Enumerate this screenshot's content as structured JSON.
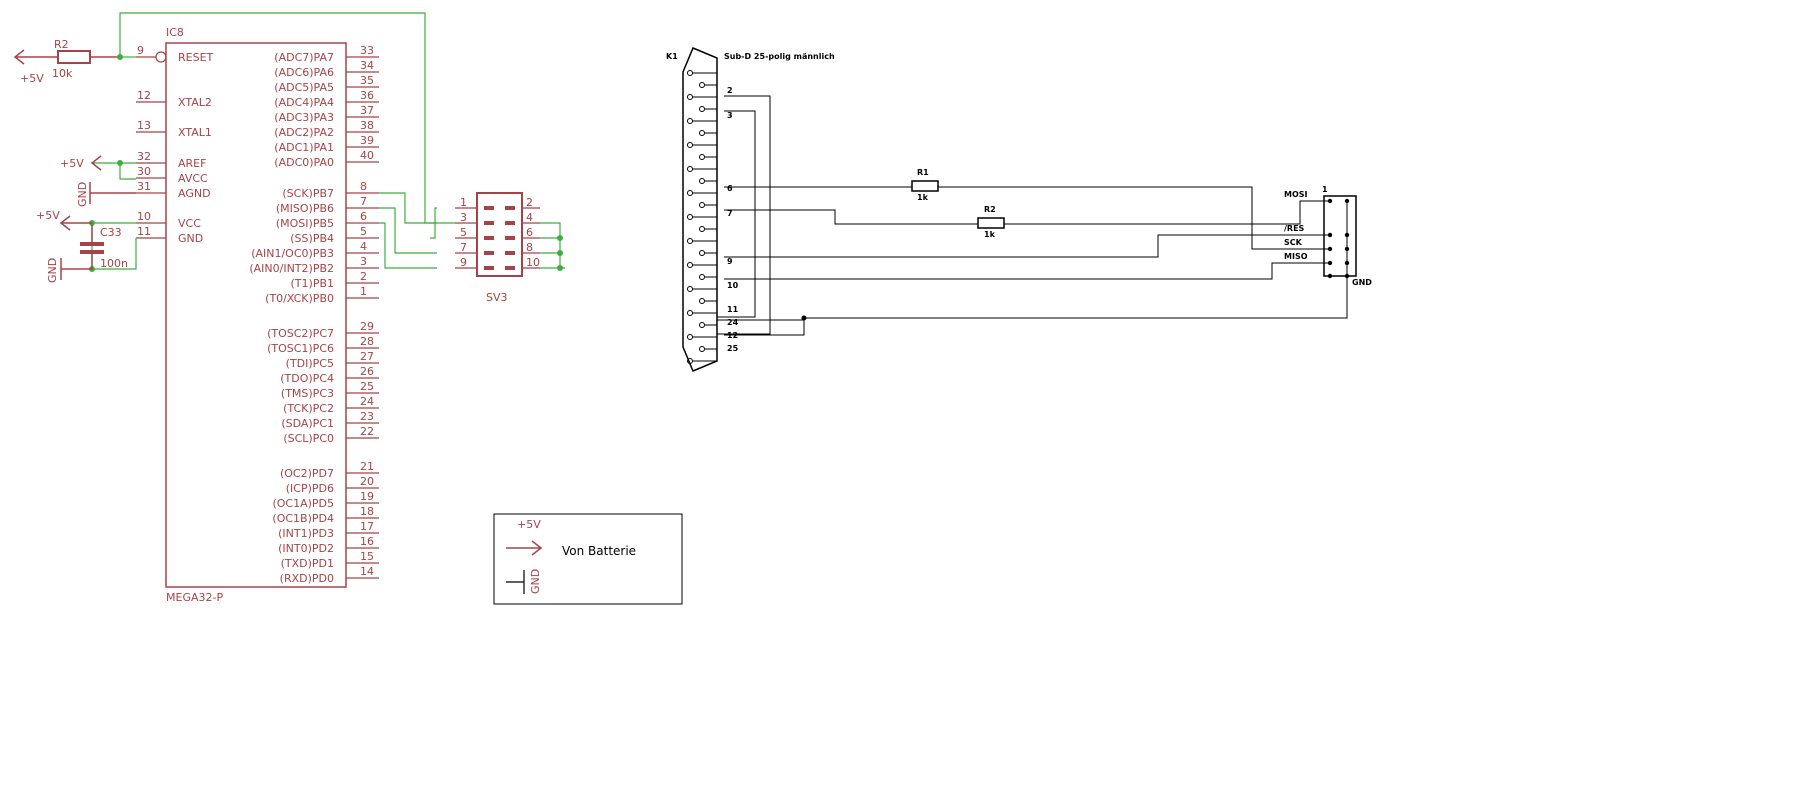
{
  "colors": {
    "symbol": "#a54448",
    "net": "#3fae3f",
    "black": "#000000",
    "legend_text": "#000000"
  },
  "ic8": {
    "ref": "IC8",
    "value": "MEGA32-P",
    "left_pins": [
      {
        "name": "RESET",
        "num": "9"
      },
      {
        "name": "XTAL2",
        "num": "12"
      },
      {
        "name": "XTAL1",
        "num": "13"
      },
      {
        "name": "AREF",
        "num": "32"
      },
      {
        "name": "AVCC",
        "num": "30"
      },
      {
        "name": "AGND",
        "num": "31"
      },
      {
        "name": "VCC",
        "num": "10"
      },
      {
        "name": "GND",
        "num": "11"
      }
    ],
    "right_pins": [
      {
        "name": "(ADC7)PA7",
        "num": "33"
      },
      {
        "name": "(ADC6)PA6",
        "num": "34"
      },
      {
        "name": "(ADC5)PA5",
        "num": "35"
      },
      {
        "name": "(ADC4)PA4",
        "num": "36"
      },
      {
        "name": "(ADC3)PA3",
        "num": "37"
      },
      {
        "name": "(ADC2)PA2",
        "num": "38"
      },
      {
        "name": "(ADC1)PA1",
        "num": "39"
      },
      {
        "name": "(ADC0)PA0",
        "num": "40"
      },
      {
        "name": "(SCK)PB7",
        "num": "8"
      },
      {
        "name": "(MISO)PB6",
        "num": "7"
      },
      {
        "name": "(MOSI)PB5",
        "num": "6"
      },
      {
        "name": "(SS)PB4",
        "num": "5"
      },
      {
        "name": "(AIN1/OC0)PB3",
        "num": "4"
      },
      {
        "name": "(AIN0/INT2)PB2",
        "num": "3"
      },
      {
        "name": "(T1)PB1",
        "num": "2"
      },
      {
        "name": "(T0/XCK)PB0",
        "num": "1"
      },
      {
        "name": "(TOSC2)PC7",
        "num": "29"
      },
      {
        "name": "(TOSC1)PC6",
        "num": "28"
      },
      {
        "name": "(TDI)PC5",
        "num": "27"
      },
      {
        "name": "(TDO)PC4",
        "num": "26"
      },
      {
        "name": "(TMS)PC3",
        "num": "25"
      },
      {
        "name": "(TCK)PC2",
        "num": "24"
      },
      {
        "name": "(SDA)PC1",
        "num": "23"
      },
      {
        "name": "(SCL)PC0",
        "num": "22"
      },
      {
        "name": "(OC2)PD7",
        "num": "21"
      },
      {
        "name": "(ICP)PD6",
        "num": "20"
      },
      {
        "name": "(OC1A)PD5",
        "num": "19"
      },
      {
        "name": "(OC1B)PD4",
        "num": "18"
      },
      {
        "name": "(INT1)PD3",
        "num": "17"
      },
      {
        "name": "(INT0)PD2",
        "num": "16"
      },
      {
        "name": "(TXD)PD1",
        "num": "15"
      },
      {
        "name": "(RXD)PD0",
        "num": "14"
      }
    ]
  },
  "r2": {
    "ref": "R2",
    "value": "10k",
    "supply": "+5V"
  },
  "supplies": {
    "aref": "+5V",
    "vcc": "+5V",
    "agnd": "GND",
    "gnd": "GND"
  },
  "c33": {
    "ref": "C33",
    "value": "100n"
  },
  "sv3": {
    "ref": "SV3",
    "pins": [
      "1",
      "2",
      "3",
      "4",
      "5",
      "6",
      "7",
      "8",
      "9",
      "10"
    ]
  },
  "k1": {
    "ref": "K1",
    "desc": "Sub-D 25-polig männlich",
    "pin_labels": [
      "2",
      "3",
      "6",
      "7",
      "9",
      "10",
      "11",
      "24",
      "12",
      "25"
    ]
  },
  "r1": {
    "ref": "R1",
    "value": "1k"
  },
  "r2b": {
    "ref": "R2",
    "value": "1k"
  },
  "connector": {
    "pin1": "1",
    "labels": [
      "MOSI",
      "/RES",
      "SCK",
      "MISO"
    ],
    "gnd": "GND"
  },
  "legend": {
    "supply": "+5V",
    "text": "Von  Batterie",
    "gnd": "GND"
  }
}
